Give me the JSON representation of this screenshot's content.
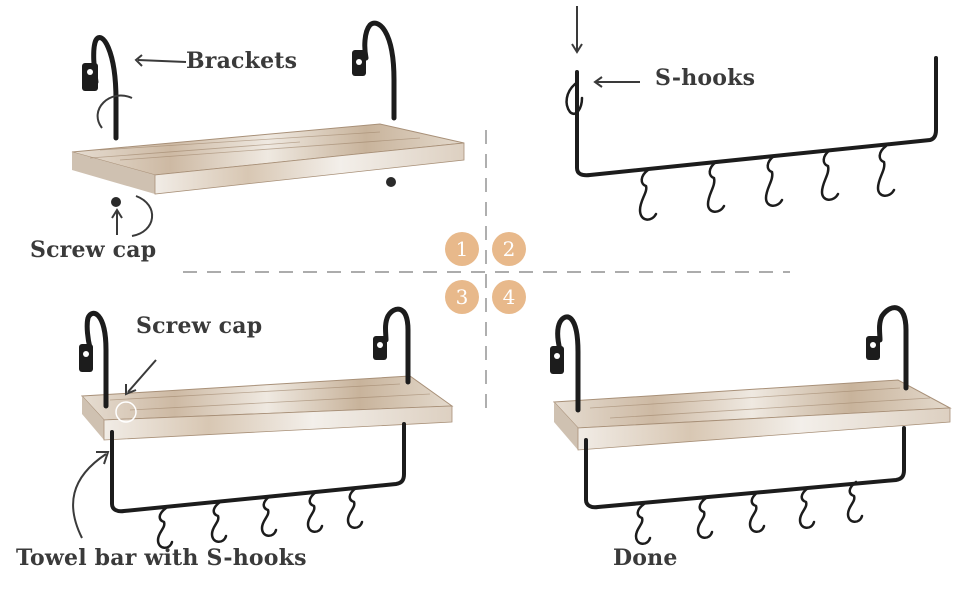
{
  "labels": {
    "brackets": "Brackets",
    "screw_cap_top": "Screw cap",
    "s_hooks": "S-hooks",
    "screw_cap_bottom": "Screw cap",
    "towel_bar": "Towel bar with S-hooks",
    "done": "Done"
  },
  "steps": [
    "1",
    "2",
    "3",
    "4"
  ],
  "colors": {
    "badge": "#e8b98b",
    "text": "#3a3a3a",
    "metal": "#1c1c1c",
    "wood_light": "#e9e2d8",
    "wood_dark": "#b59b80"
  }
}
